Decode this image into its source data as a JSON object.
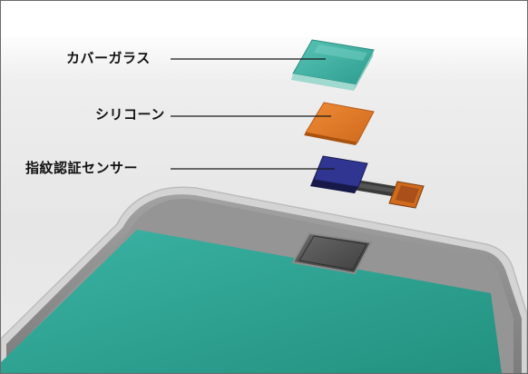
{
  "labels": {
    "cover_glass": "カバーガラス",
    "silicone": "シリコーン",
    "fingerprint_sensor": "指紋認証センサー"
  },
  "colors": {
    "cover_glass": "#3fb0a2",
    "silicone": "#e07a2a",
    "sensor_chip": "#2a2e7a",
    "flex_cable": "#3a3a3a",
    "connector": "#d06a1c",
    "screen": "#2fa497",
    "phone_bezel": "#8a8a8a",
    "home_button": "#555555"
  }
}
